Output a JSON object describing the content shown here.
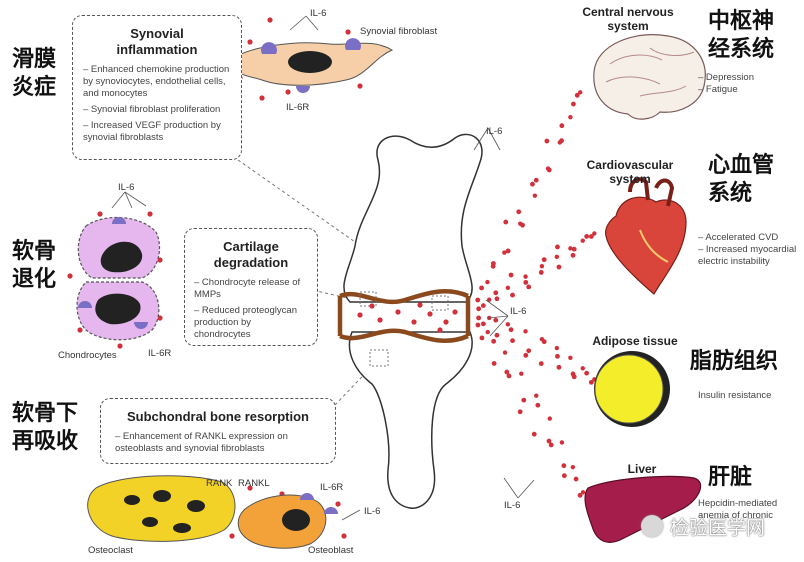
{
  "labels_cn": {
    "synovial": "滑膜\n炎症",
    "cartilage": "软骨\n退化",
    "subchondral": "软骨下\n再吸收",
    "cns": "中枢神\n经系统",
    "cardio": "心血管\n系统",
    "adipose": "脂肪组织",
    "liver": "肝脏"
  },
  "synovial_box": {
    "title": "Synovial\ninflammation",
    "items": [
      "– Enhanced chemokine production by synoviocytes, endothelial cells, and monocytes",
      "– Synovial fibroblast proliferation",
      "– Increased VEGF production by synovial fibroblasts"
    ]
  },
  "cartilage_box": {
    "title": "Cartilage\ndegradation",
    "items": [
      "– Chondrocyte release of MMPs",
      "– Reduced proteoglycan production by chondrocytes"
    ]
  },
  "subchondral_box": {
    "title": "Subchondral bone resorption",
    "items": [
      "– Enhancement of RANKL expression on osteoblasts and synovial fibroblasts"
    ]
  },
  "organs": {
    "cns": {
      "title": "Central nervous\nsystem",
      "items": [
        "– Depression",
        "– Fatigue"
      ]
    },
    "cardio": {
      "title": "Cardiovascular\nsystem",
      "items": [
        "– Accelerated CVD",
        "– Increased myocardial electric instability"
      ]
    },
    "adipose": {
      "title": "Adipose tissue",
      "items": [
        "Insulin resistance"
      ]
    },
    "liver": {
      "title": "Liver",
      "items": [
        "Hepcidin-mediated anemia of chronic"
      ]
    }
  },
  "cell_labels": {
    "il6": "IL-6",
    "il6r": "IL-6R",
    "synovial_fibroblast": "Synovial fibroblast",
    "chondrocytes": "Chondrocytes",
    "rank": "RANK",
    "rankl": "RANKL",
    "osteoclast": "Osteoclast",
    "osteoblast": "Osteoblast"
  },
  "watermark": "检验医学网",
  "colors": {
    "dot": "#d2303a",
    "cartilage": "#8b4a1e",
    "fibroblast": "#f6cfa8",
    "chondrocyte": "#e6b6ee",
    "osteoclast": "#f2d226",
    "osteoblast": "#f3a23a",
    "fat_cell": "#f4ee2a",
    "liver": "#a51d4b",
    "heart": "#d9453a",
    "receptor": "#7a6fc4"
  }
}
